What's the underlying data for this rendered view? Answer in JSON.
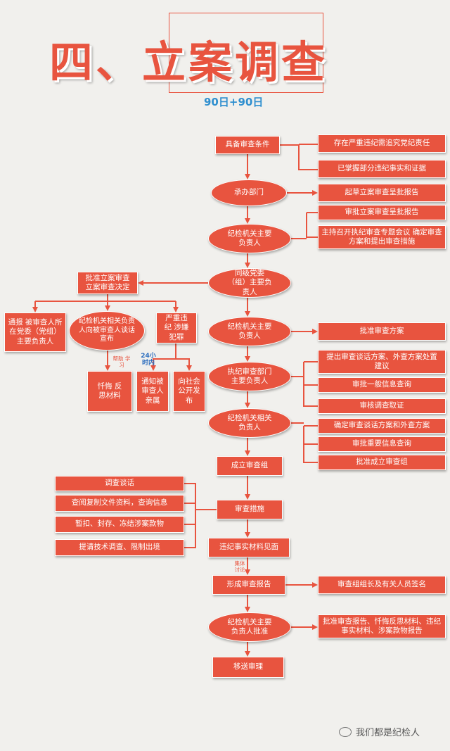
{
  "title": "四、立案调查",
  "subtitle": "90日+90日",
  "nodes": {
    "jubei": "具备审查条件",
    "cunzai": "存在严重违纪需追究党纪责任",
    "yizhangwo": "已掌握部分违纪事实和证据",
    "chengban": "承办部门",
    "qicao": "起草立案审查呈批报告",
    "fuzeren1": "纪检机关主要负责人",
    "shenpi_chengpi": "审批立案审查呈批报告",
    "zhuchi": "主持召开执纪审查专题会议 确定审查方案和提出审查措施",
    "tongji": "同级党委（组）主要负责人",
    "pizhun_lian": "批准立案审查 立案审查决定",
    "tongbao": "通报 被审查人所在党委（党组）主要负责人",
    "jijian_xiangguan": "纪检机关相关负责人向被审查人谈话宣布",
    "yanzhong": "严重违纪 涉嫌犯罪",
    "chanhui": "忏悔 反思材料",
    "tongzhi": "通知被审查人亲属",
    "xiang_shehui": "向社会公开发布",
    "fuzeren2": "纪检机关主要负责人",
    "pizhun_fangan": "批准审查方案",
    "zhiji_bumen": "执纪审查部门主要负责人",
    "tichu_tanhua": "提出审查谈话方案、外查方案处置建议",
    "shenpi_xinxi": "审批一般信息查询",
    "shenhe_diaocha": "审核调查取证",
    "jijian_xiangguan2": "纪检机关相关负责人",
    "queding_tanhua": "确定审查谈话方案和外查方案",
    "shenpi_zhongyao": "审批重要信息查询",
    "pizhun_chengli": "批准成立审查组",
    "chengli": "成立审查组",
    "diaocha_tanhua": "调查谈话",
    "chayue": "查阅复制文件资料，查询信息",
    "zankou": "暂扣、封存、冻结涉案款物",
    "tiqing": "提请技术调查、限制出境",
    "shencha_cuoshi": "审查措施",
    "weiji_shishi": "违纪事实材料见面",
    "xingcheng": "形成审查报告",
    "qianming": "审查组组长及有关人员签名",
    "fuzeren3": "纪检机关主要负责人批准",
    "pizhun_baogao": "批准审查报告、忏悔反思材料、违纪事实材料、涉案款物报告",
    "yisong": "移送审理"
  },
  "labels": {
    "bangzhu": "帮助 学习",
    "hours24": "24小 时内",
    "jiti": "集体 讨论"
  },
  "watermark": "我们都是纪检人",
  "colors": {
    "accent": "#e8543f",
    "line": "#e8543f",
    "blue": "#2f8fcf",
    "bg": "#f1f0ed"
  }
}
